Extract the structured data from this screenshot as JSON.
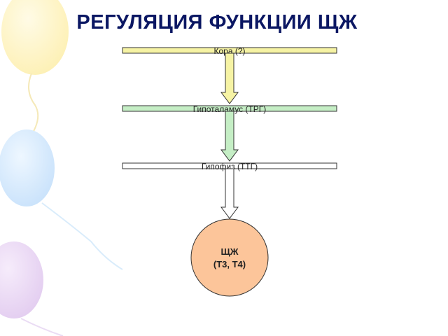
{
  "title": "РЕГУЛЯЦИЯ ФУНКЦИИ ЩЖ",
  "levels": [
    {
      "label": "Кора (?)",
      "color": "#f6f3a4"
    },
    {
      "label": "Гипоталамус (ТРГ)",
      "color": "#c5eec5"
    },
    {
      "label": "Гипофиз (ТТГ)",
      "color": "#ffffff"
    }
  ],
  "target": {
    "line1": "ЩЖ",
    "line2": "(Т3, Т4)",
    "color": "#fcc59a"
  },
  "arrow_colors": [
    "#f6f3a4",
    "#c5eec5",
    "#ffffff"
  ]
}
